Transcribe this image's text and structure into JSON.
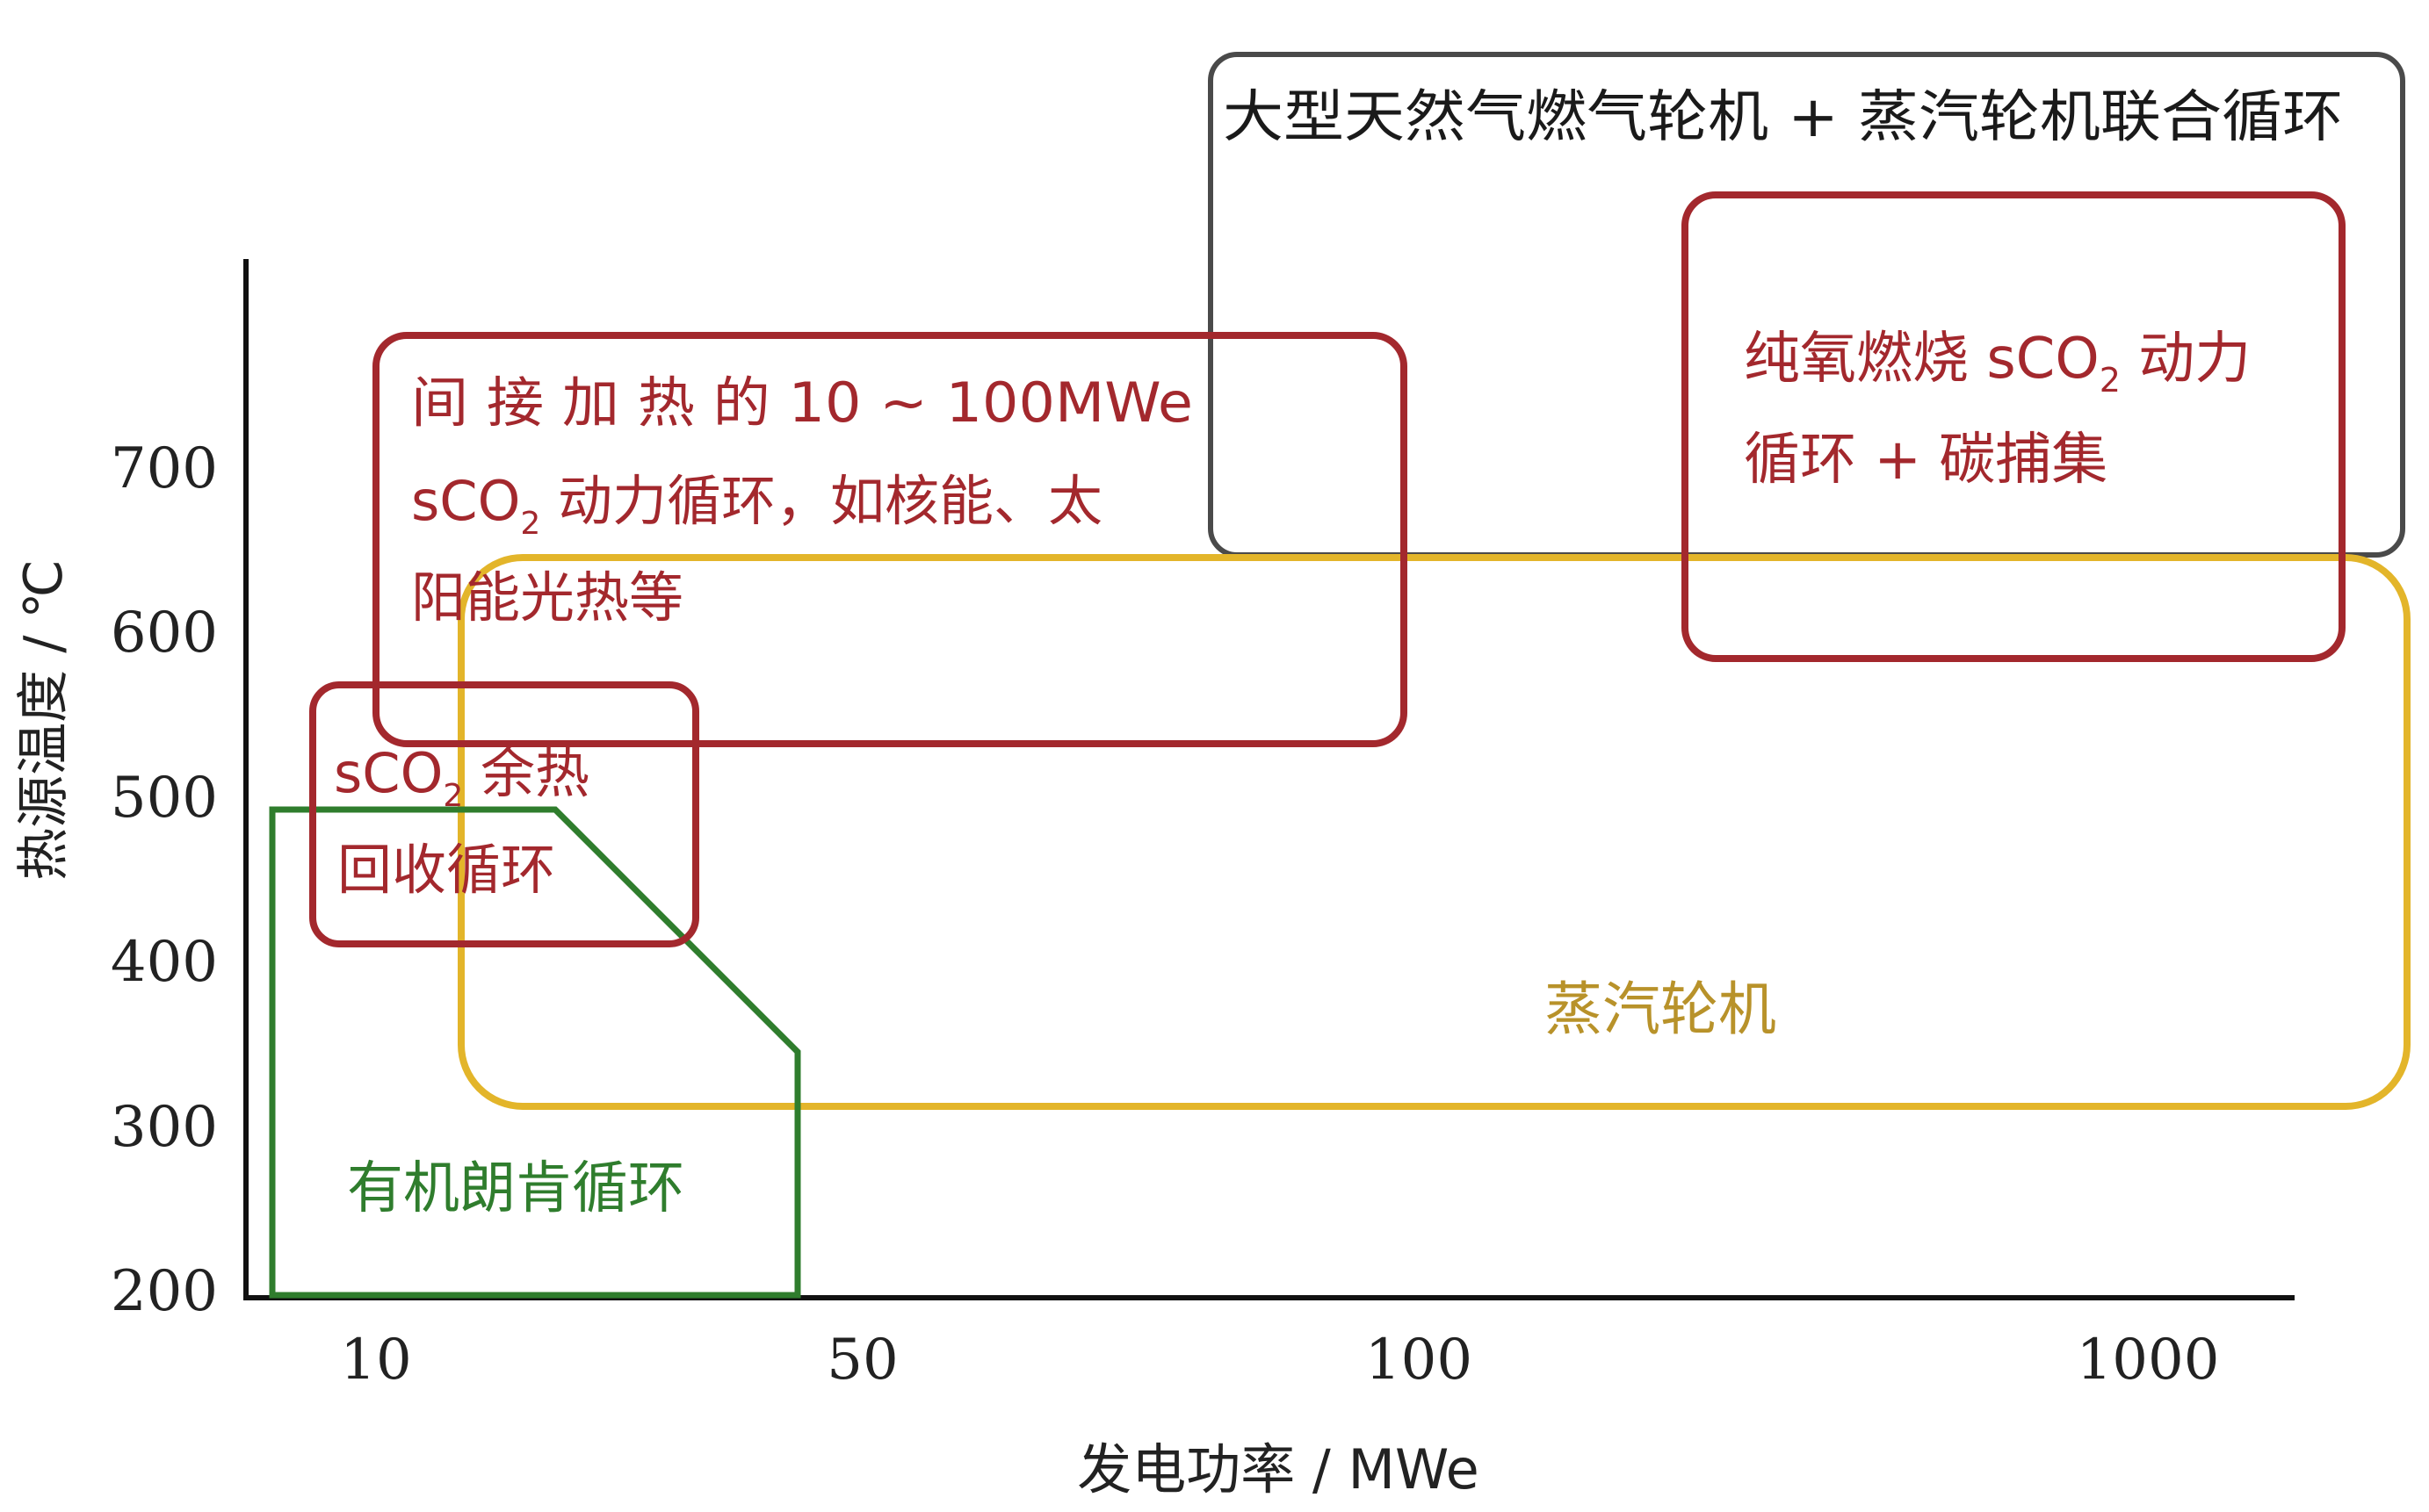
{
  "axes": {
    "y_label": "热源温度 / ℃",
    "x_label": "发电功率 / MWe",
    "y_ticks": [
      "700",
      "600",
      "500",
      "400",
      "300",
      "200"
    ],
    "x_ticks": [
      "10",
      "50",
      "100",
      "1000"
    ]
  },
  "regions": {
    "combined_cycle": {
      "label": "大型天然气燃气轮机 + 蒸汽轮机联合循环",
      "color": "#4a4a4a"
    },
    "oxyfuel": {
      "line1_pre": "纯氧燃烧 sCO",
      "line1_sub": "2",
      "line1_post": " 动力",
      "line2": "循环 + 碳捕集",
      "color": "#a3282d"
    },
    "indirect": {
      "line1": "间 接 加 热 的 10 ~ 100MWe",
      "line2_pre": "sCO",
      "line2_sub": "2",
      "line2_post": " 动力循环，如核能、太",
      "line3": "阳能光热等",
      "color": "#a3282d"
    },
    "waste_heat": {
      "line1_pre": "sCO",
      "line1_sub": "2",
      "line1_post": " 余热",
      "line2": "回收循环",
      "color": "#a3282d"
    },
    "steam_turbine": {
      "label": "蒸汽轮机",
      "color": "#e3b52a",
      "text_color": "#b8922a"
    },
    "orc": {
      "label": "有机朗肯循环",
      "color": "#2f7d2d"
    }
  },
  "colors": {
    "axis": "#111111"
  }
}
